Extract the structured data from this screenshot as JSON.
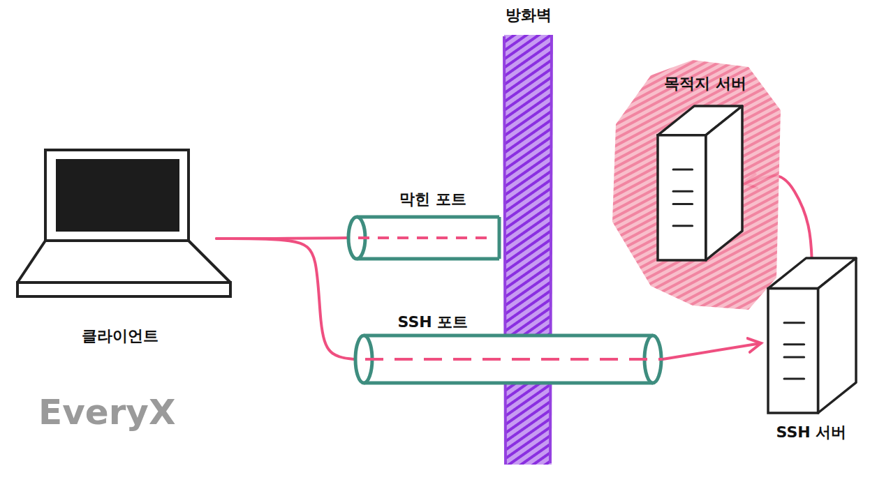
{
  "diagram": {
    "nodes": [
      {
        "text": [
          "방화벽"
        ]
      },
      {
        "text": [
          "목적지 서버"
        ]
      },
      {
        "text": [
          "클라이언트"
        ]
      },
      {
        "text": [
          "막힌 포트"
        ]
      },
      {
        "text": [
          "SSH 포트"
        ]
      },
      {
        "text": [
          "SSH 서버"
        ]
      }
    ],
    "edges": [
      {
        "from": 2,
        "to": 3,
        "arrow": "none"
      },
      {
        "from": 2,
        "to": 4,
        "arrow": "none"
      },
      {
        "from": 4,
        "to": 5,
        "arrow": "to"
      },
      {
        "from": 5,
        "to": 1,
        "arrow": "to"
      }
    ],
    "labels": [
      "EveryX"
    ]
  }
}
